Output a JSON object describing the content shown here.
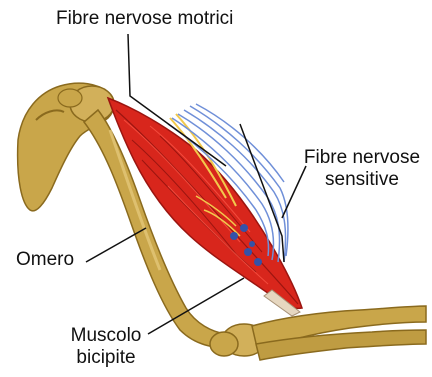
{
  "labels": {
    "motor_nerves": "Fibre nervose motrici",
    "sensory_nerves_line1": "Fibre nervose",
    "sensory_nerves_line2": "sensitive",
    "humerus": "Omero",
    "biceps_line1": "Muscolo",
    "biceps_line2": "bicipite"
  },
  "colors": {
    "bone": "#c9a64a",
    "bone_shadow": "#8a6a1e",
    "muscle": "#d8261c",
    "muscle_dark": "#9b1510",
    "motor_nerve": "#f2c94c",
    "sensory_nerve": "#6f8fd8",
    "leader_line": "#111111"
  }
}
